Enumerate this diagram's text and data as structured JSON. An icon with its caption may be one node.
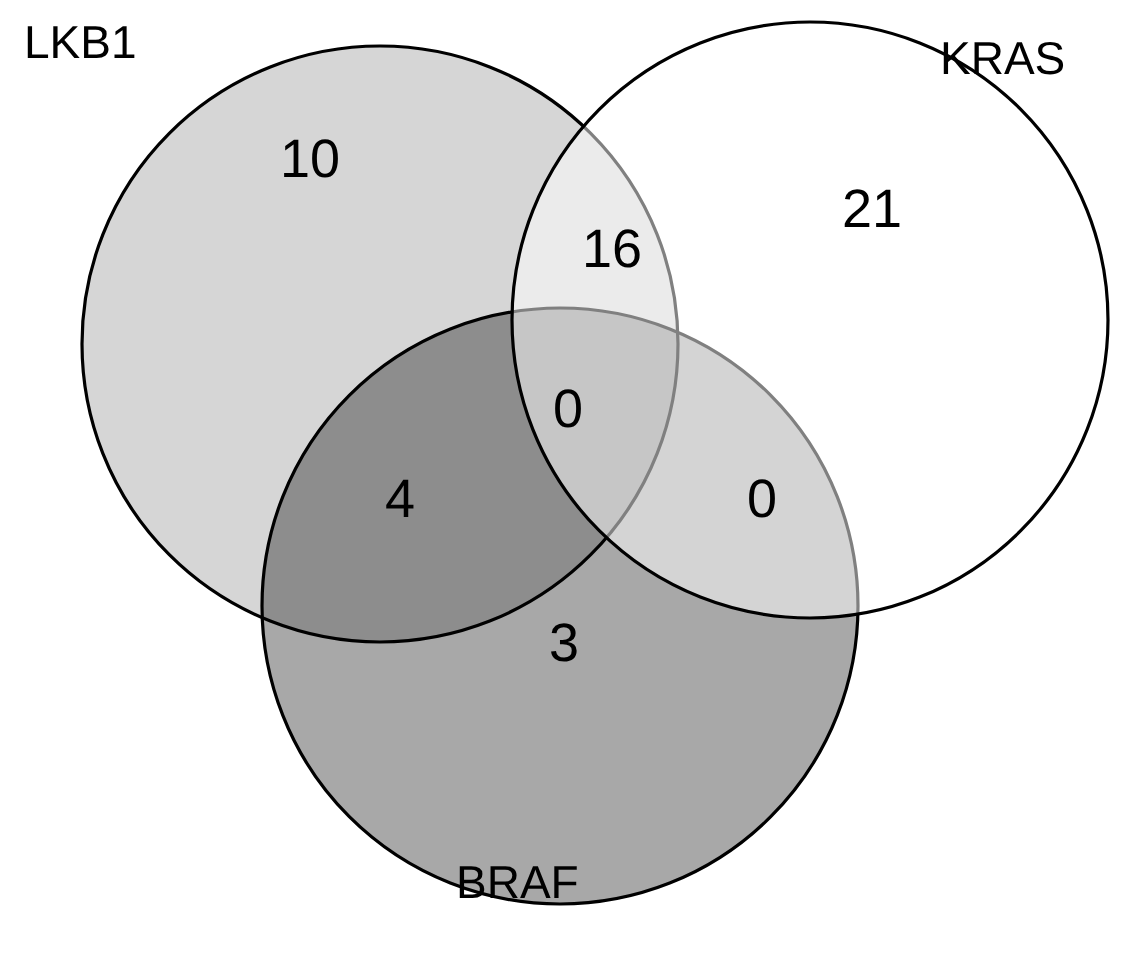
{
  "diagram": {
    "nodes": [
      {
        "text": [
          "LKB1"
        ]
      },
      {
        "text": [
          "KRAS"
        ]
      },
      {
        "text": [
          "BRAF"
        ]
      }
    ],
    "labels": [
      "10",
      "16",
      "21",
      "0",
      "4",
      "0",
      "3"
    ]
  }
}
